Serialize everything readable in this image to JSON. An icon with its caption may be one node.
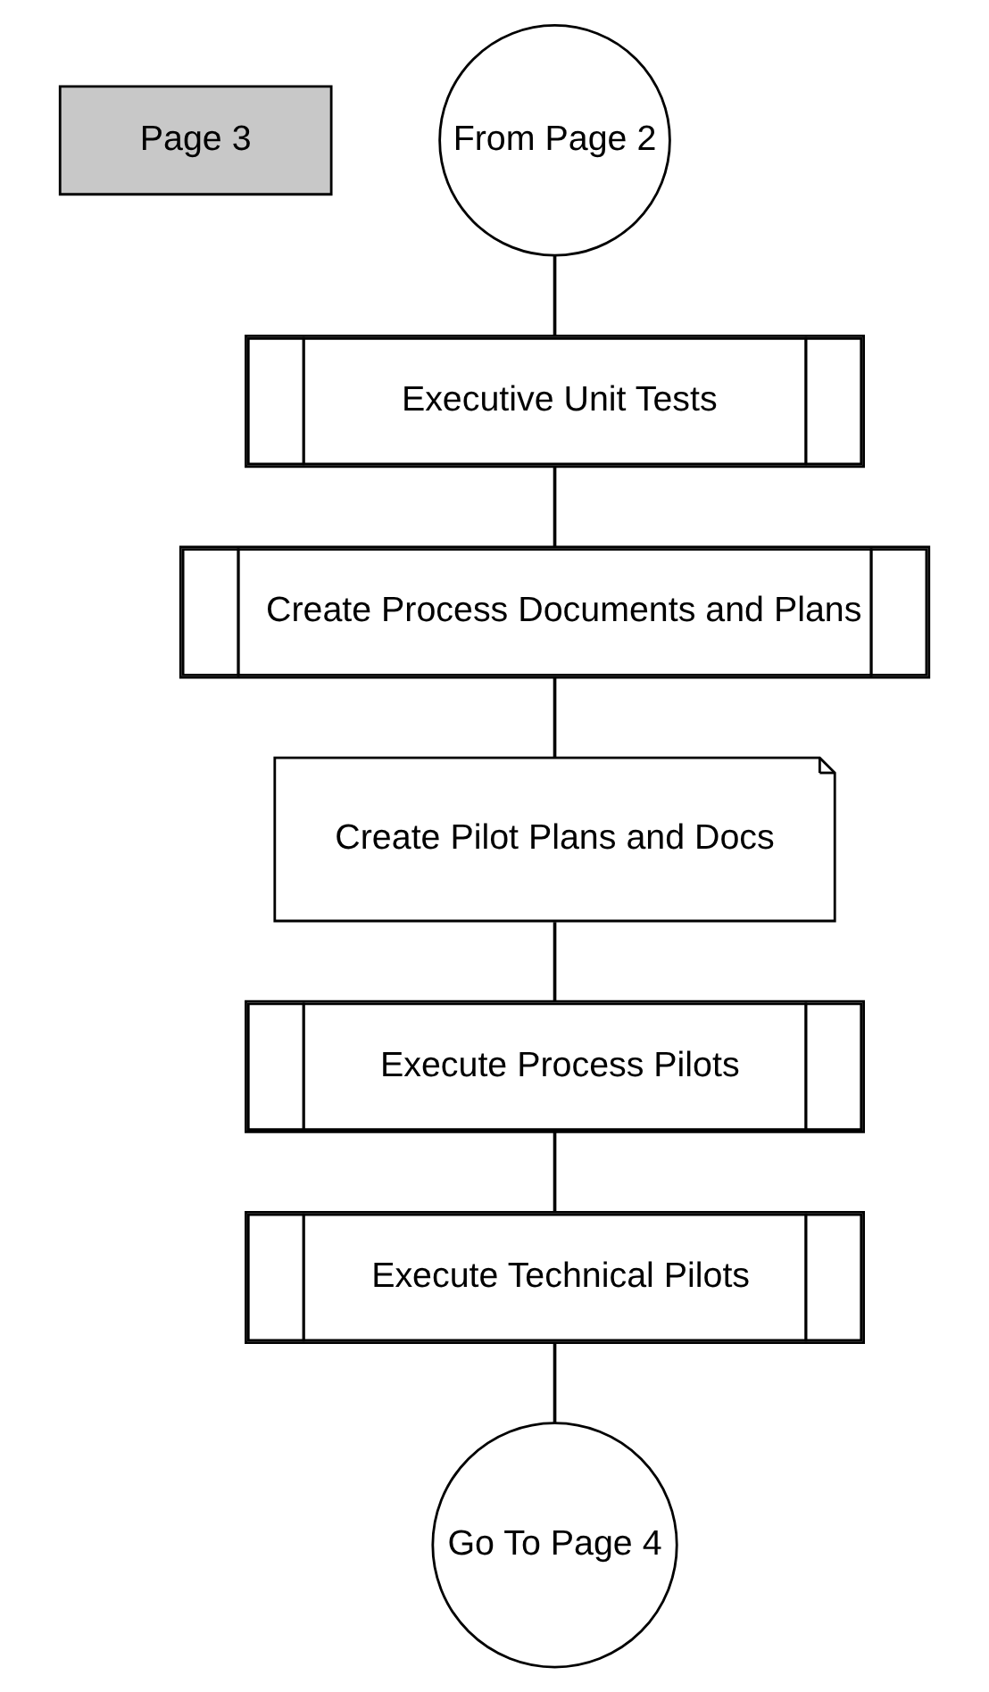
{
  "diagram": {
    "nodes": [
      {
        "text": [
          "Page 3"
        ]
      },
      {
        "text": [
          "From Page 2"
        ]
      },
      {
        "text": [
          "Executive Unit Tests"
        ]
      },
      {
        "text": [
          "Create Process Documents and Plans"
        ]
      },
      {
        "text": [
          "Create Pilot Plans and Docs"
        ]
      },
      {
        "text": [
          "Execute Process Pilots"
        ]
      },
      {
        "text": [
          "Execute Technical Pilots"
        ]
      },
      {
        "text": [
          "Go To Page 4"
        ]
      }
    ],
    "edges": [
      {
        "from": 1,
        "to": 2,
        "arrow": "none"
      },
      {
        "from": 2,
        "to": 3,
        "arrow": "none"
      },
      {
        "from": 3,
        "to": 4,
        "arrow": "none"
      },
      {
        "from": 4,
        "to": 5,
        "arrow": "none"
      },
      {
        "from": 5,
        "to": 6,
        "arrow": "none"
      },
      {
        "from": 6,
        "to": 7,
        "arrow": "none"
      }
    ]
  }
}
